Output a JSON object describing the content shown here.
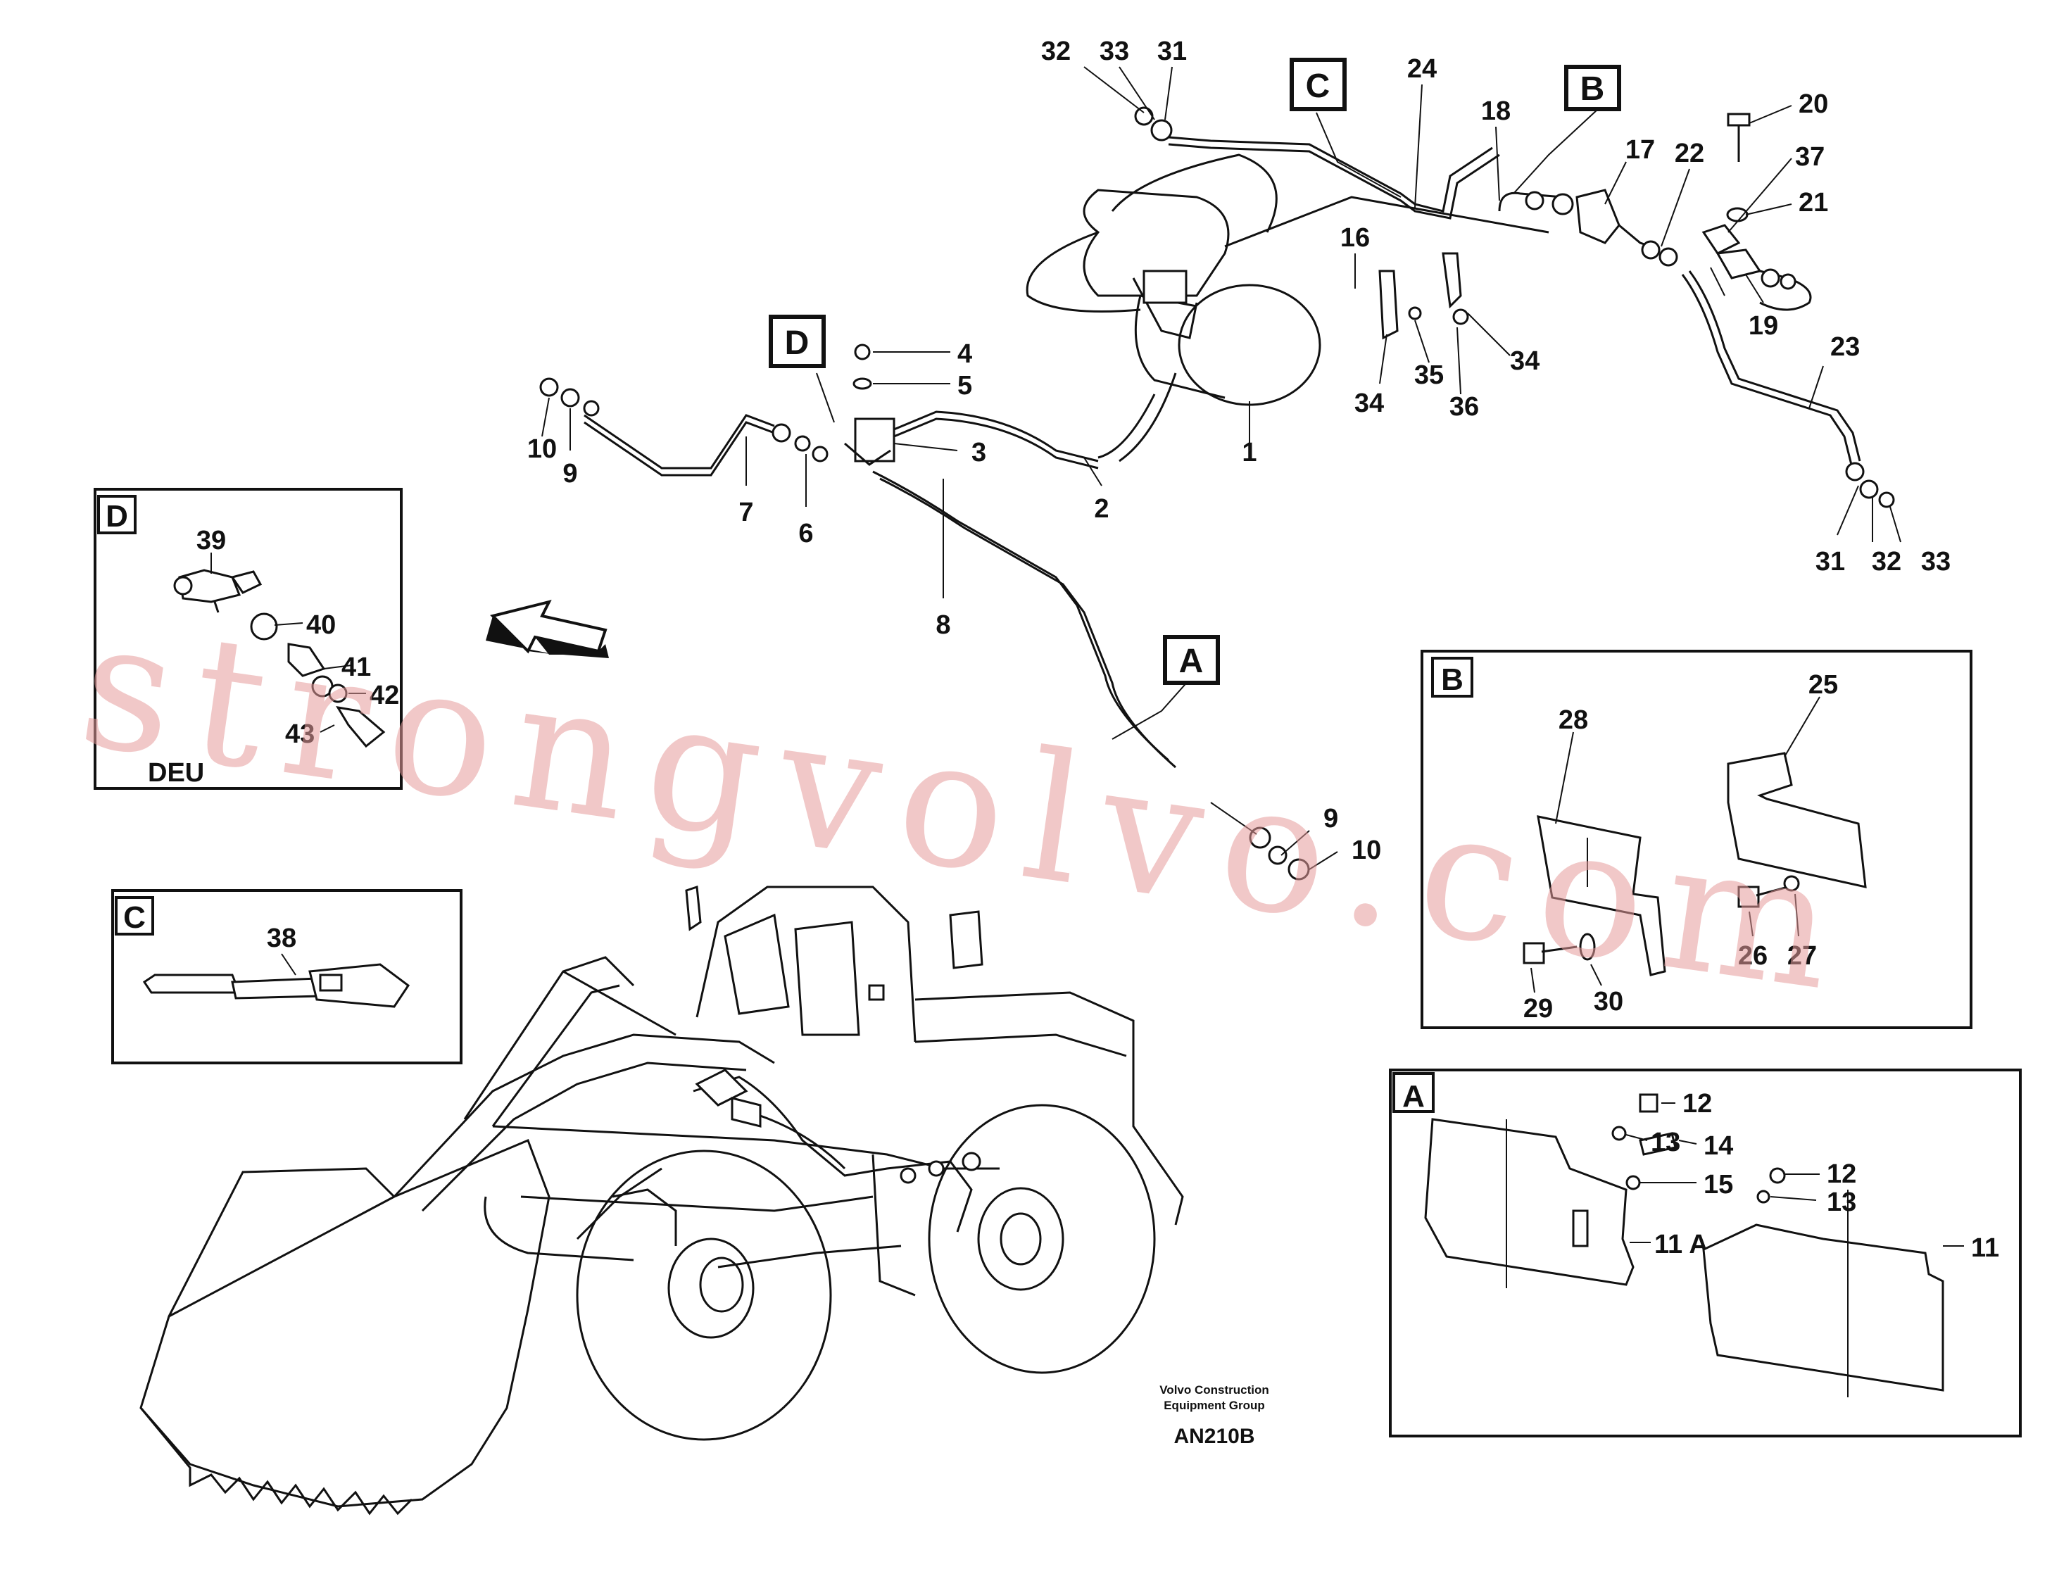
{
  "callouts_main": [
    "1",
    "2",
    "3",
    "4",
    "5",
    "6",
    "7",
    "8",
    "9",
    "10",
    "16",
    "17",
    "18",
    "19",
    "20",
    "21",
    "22",
    "23",
    "24",
    "31",
    "32",
    "33",
    "34",
    "35",
    "36",
    "37"
  ],
  "callout_tags": [
    "A",
    "B",
    "C",
    "D"
  ],
  "detail_d": {
    "title": "D",
    "parts": [
      "39",
      "40",
      "41",
      "42",
      "43"
    ],
    "note": "DEU"
  },
  "detail_c": {
    "title": "C",
    "parts": [
      "38"
    ]
  },
  "detail_b": {
    "title": "B",
    "parts": [
      "25",
      "26",
      "27",
      "28",
      "29",
      "30"
    ]
  },
  "detail_a": {
    "title": "A",
    "parts": [
      "11",
      "11 A",
      "12",
      "13",
      "14",
      "15"
    ]
  },
  "footer": {
    "line1": "Volvo Construction",
    "line2": "Equipment Group",
    "code": "AN210B"
  },
  "watermark": "strongvolvo.com",
  "colors": {
    "line": "#111111",
    "watermark": "#e59a9a",
    "background": "#ffffff"
  }
}
